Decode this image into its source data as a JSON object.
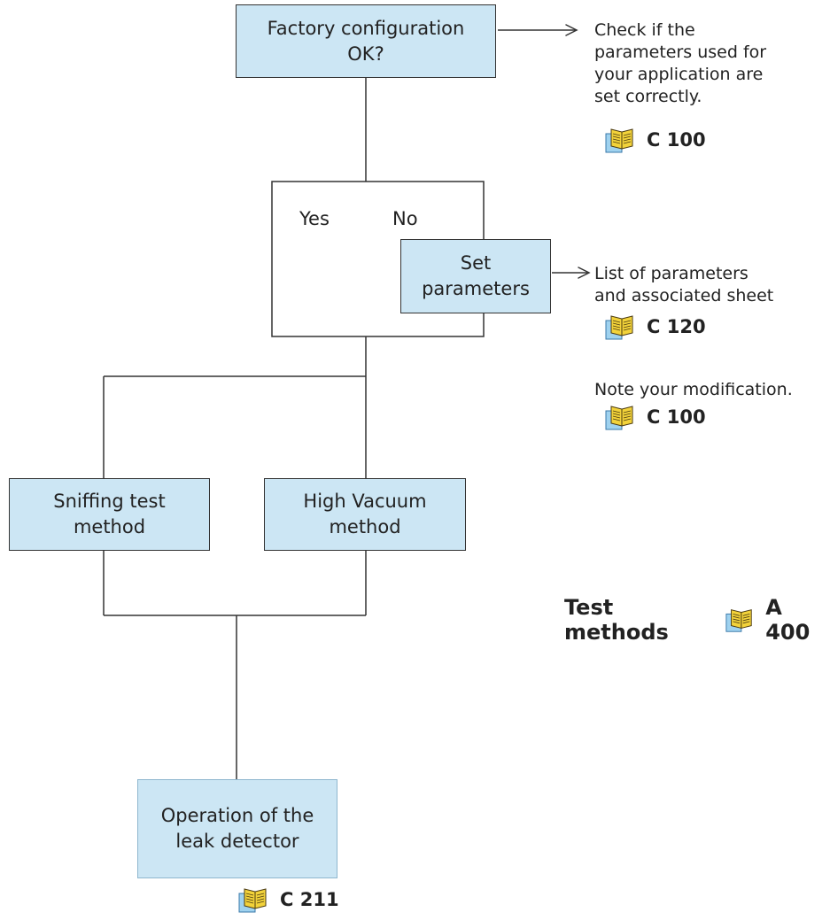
{
  "nodes": {
    "factory": "Factory configuration\nOK?",
    "yes": "Yes",
    "no": "No",
    "set_params": "Set\nparameters",
    "sniffing": "Sniffing test\nmethod",
    "high_vacuum": "High Vacuum\nmethod",
    "operation": "Operation of the\nleak detector"
  },
  "notes": {
    "check": "Check if the\nparameters used for\nyour application are\nset correctly.",
    "check_ref": "C 100",
    "list": "List of parameters\nand associated sheet",
    "list_ref": "C 120",
    "note_mod": "Note your modification.",
    "note_ref": "C 100",
    "test_methods": "Test methods",
    "test_ref": "A 400",
    "operation_ref": "C 211"
  },
  "icons": {
    "reference": "book-icon"
  },
  "colors": {
    "box_fill": "#cce6f4",
    "line": "#333333",
    "book": "#f2d23a"
  }
}
